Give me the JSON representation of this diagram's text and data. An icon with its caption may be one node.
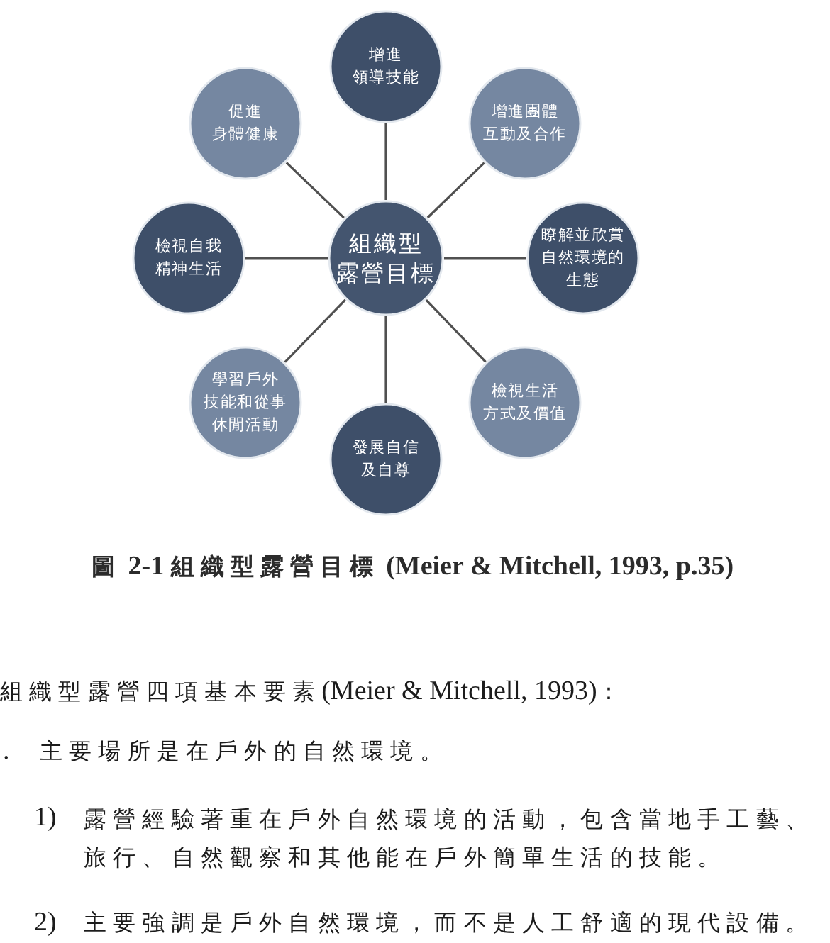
{
  "diagram": {
    "caption": "圖 2-1 組織型露營目標 (Meier & Mitchell, 1993, p.35)",
    "nodes": [
      {
        "text": [
          "組織型露營目標"
        ]
      },
      {
        "text": [
          "增進領導技能"
        ]
      },
      {
        "text": [
          "增進團體互動及合作"
        ]
      },
      {
        "text": [
          "瞭解並欣賞自然環境的生態"
        ]
      },
      {
        "text": [
          "檢視生活方式及價值"
        ]
      },
      {
        "text": [
          "發展自信及自尊"
        ]
      },
      {
        "text": [
          "學習戶外技能和從事休閒活動"
        ]
      },
      {
        "text": [
          "檢視自我精神生活"
        ]
      },
      {
        "text": [
          "促進身體健康"
        ]
      }
    ],
    "edges": [
      {
        "from": 0,
        "to": 1,
        "arrow": "none"
      },
      {
        "from": 0,
        "to": 2,
        "arrow": "none"
      },
      {
        "from": 0,
        "to": 3,
        "arrow": "none"
      },
      {
        "from": 0,
        "to": 4,
        "arrow": "none"
      },
      {
        "from": 0,
        "to": 5,
        "arrow": "none"
      },
      {
        "from": 0,
        "to": 6,
        "arrow": "none"
      },
      {
        "from": 0,
        "to": 7,
        "arrow": "none"
      },
      {
        "from": 0,
        "to": 8,
        "arrow": "none"
      }
    ],
    "labels": [
      "組織型露營四項基本要素(Meier & Mitchell, 1993)：",
      ".",
      "主要場所是在戶外的自然環境。",
      "1)",
      "露營經驗著重在戶外自然環境的活動，包含當地手工藝、旅行、自然觀察和其他能在戶外簡單生活的技能。",
      "2)",
      "主要強調是戶外自然環境，而不是人工舒適的現代設備。"
    ]
  }
}
